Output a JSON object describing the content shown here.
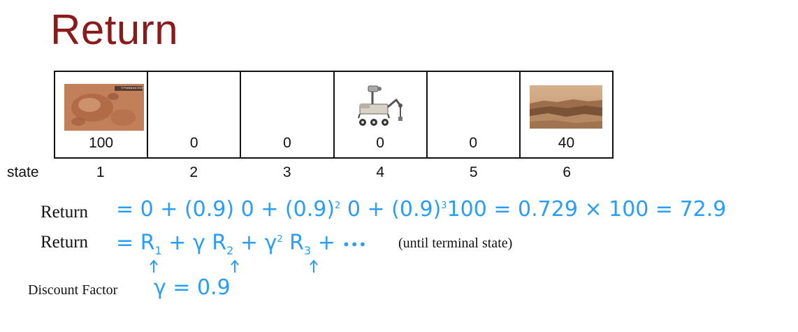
{
  "title": "Return",
  "state_label": "state",
  "states": [
    "1",
    "2",
    "3",
    "4",
    "5",
    "6"
  ],
  "rewards": [
    "100",
    "0",
    "0",
    "0",
    "0",
    "40"
  ],
  "return_label_1": "Return",
  "return_label_2": "Return",
  "eq1": {
    "a": "= 0 + (0.9) 0 + (0.9)",
    "a_sup": "2",
    "b": " 0 + (0.9)",
    "b_sup": "3",
    "c": "100 = 0.729 × 100 = 72.9"
  },
  "eq2": {
    "r": "R",
    "s1": "1",
    "s2": "2",
    "s3": "3",
    "sq": "2",
    "eq": "=",
    "plus": "+",
    "gamma": "γ",
    "dots": "•••",
    "note": "(until terminal state)"
  },
  "discount": {
    "label": "Discount Factor",
    "value": "γ = 0.9"
  },
  "image_caption": "© Published 2021",
  "colors": {
    "title": "#8b1a1a",
    "ink": "#2a9df4"
  }
}
